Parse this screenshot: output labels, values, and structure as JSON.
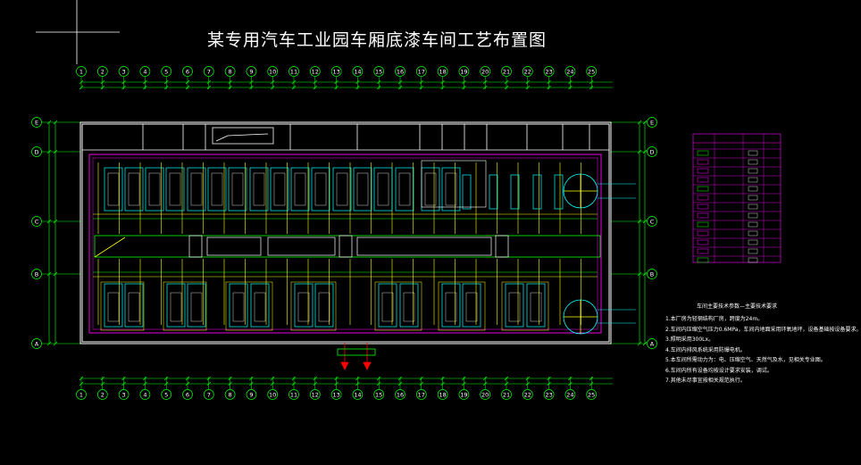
{
  "title": "某专用汽车工业园车厢底漆车间工艺布置图",
  "grid_columns": [
    "1",
    "2",
    "3",
    "4",
    "5",
    "6",
    "7",
    "8",
    "9",
    "10",
    "11",
    "12",
    "13",
    "14",
    "15",
    "16",
    "17",
    "18",
    "19",
    "20",
    "21",
    "22",
    "23",
    "24",
    "25"
  ],
  "grid_rows": [
    "E",
    "D",
    "C",
    "B",
    "A"
  ],
  "colors": {
    "background": "#000000",
    "wall": "#ffffff",
    "equipment": "#00ffff",
    "conveyor": "#ffff00",
    "zone": "#ff00ff",
    "floor_line": "#00ff00",
    "duct": "#ff0000",
    "dimension": "#00ff00"
  },
  "notes_title": "车间主要技术参数—主要技术要求",
  "notes": [
    "1.本厂房为轻钢结构厂房，跨度为24m。",
    "2.车间内压缩空气压力0.6MPa，车间内地面采用环氧地坪，设备基础按设备要求。",
    "3.照明采用300Lx。",
    "4.车间内排风系统采用防爆电机。",
    "5.本车间所需动力为：电、压缩空气、天然气及水，见相关专业图。",
    "6.车间内所有设备均按设计要求安装，调试。",
    "7.其他未尽事宜按相关规范执行。"
  ]
}
